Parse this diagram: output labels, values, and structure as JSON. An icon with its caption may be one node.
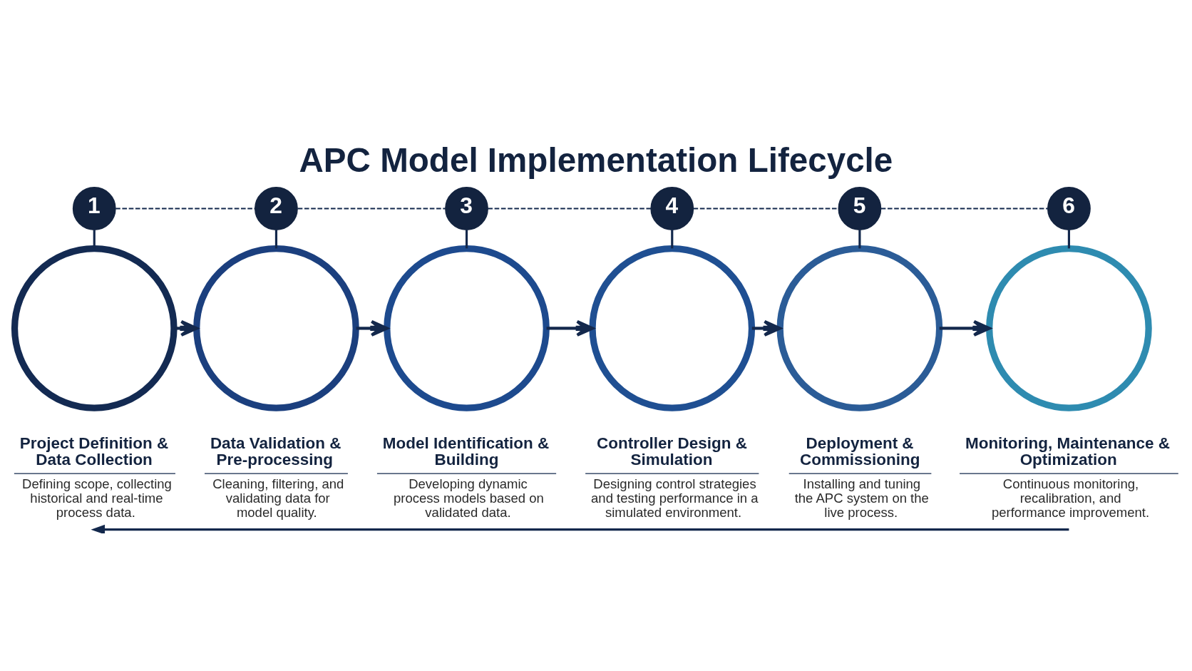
{
  "diagram": {
    "title": "APC Model Implementation Lifecycle",
    "nodes": [
      {
        "text": [
          "1"
        ]
      },
      {
        "text": [
          "2"
        ]
      },
      {
        "text": [
          "3"
        ]
      },
      {
        "text": [
          "4"
        ]
      },
      {
        "text": [
          "5"
        ]
      },
      {
        "text": [
          "6"
        ]
      },
      {
        "text": [],
        "shape": "circle"
      },
      {
        "text": [],
        "shape": "circle"
      },
      {
        "text": [],
        "shape": "circle"
      },
      {
        "text": [],
        "shape": "circle"
      },
      {
        "text": [],
        "shape": "circle"
      },
      {
        "text": [],
        "shape": "circle"
      },
      {
        "text": [
          "Project Definition & Data Collection",
          "Defining scope, collecting historical and real-time process data."
        ]
      },
      {
        "text": [
          "Data Validation & Pre-processing",
          "Cleaning, filtering, and validating data for model quality."
        ]
      },
      {
        "text": [
          "Model Identification & Building",
          "Developing dynamic process models based on validated data."
        ]
      },
      {
        "text": [
          "Controller Design & Simulation",
          "Designing control strategies and testing performance in a simulated environment."
        ]
      },
      {
        "text": [
          "Deployment & Commissioning",
          "Installing and tuning the APC system on the live process."
        ]
      },
      {
        "text": [
          "Monitoring, Maintenance & Optimization",
          "Continuous monitoring, recalibration, and performance improvement."
        ]
      }
    ],
    "edges": [
      {
        "from": 0,
        "to": 1,
        "arrow": "none",
        "style": "dashed"
      },
      {
        "from": 1,
        "to": 2,
        "arrow": "none",
        "style": "dashed"
      },
      {
        "from": 2,
        "to": 3,
        "arrow": "none",
        "style": "dashed"
      },
      {
        "from": 3,
        "to": 4,
        "arrow": "none",
        "style": "dashed"
      },
      {
        "from": 4,
        "to": 5,
        "arrow": "none",
        "style": "dashed"
      },
      {
        "from": 0,
        "to": 6,
        "arrow": "none"
      },
      {
        "from": 1,
        "to": 7,
        "arrow": "none"
      },
      {
        "from": 2,
        "to": 8,
        "arrow": "none"
      },
      {
        "from": 3,
        "to": 9,
        "arrow": "none"
      },
      {
        "from": 4,
        "to": 10,
        "arrow": "none"
      },
      {
        "from": 5,
        "to": 11,
        "arrow": "none"
      },
      {
        "from": 6,
        "to": 7,
        "arrow": "to"
      },
      {
        "from": 7,
        "to": 8,
        "arrow": "to"
      },
      {
        "from": 8,
        "to": 9,
        "arrow": "to"
      },
      {
        "from": 9,
        "to": 10,
        "arrow": "to"
      },
      {
        "from": 10,
        "to": 11,
        "arrow": "to"
      },
      {
        "from": 17,
        "to": 12,
        "arrow": "to"
      }
    ]
  }
}
